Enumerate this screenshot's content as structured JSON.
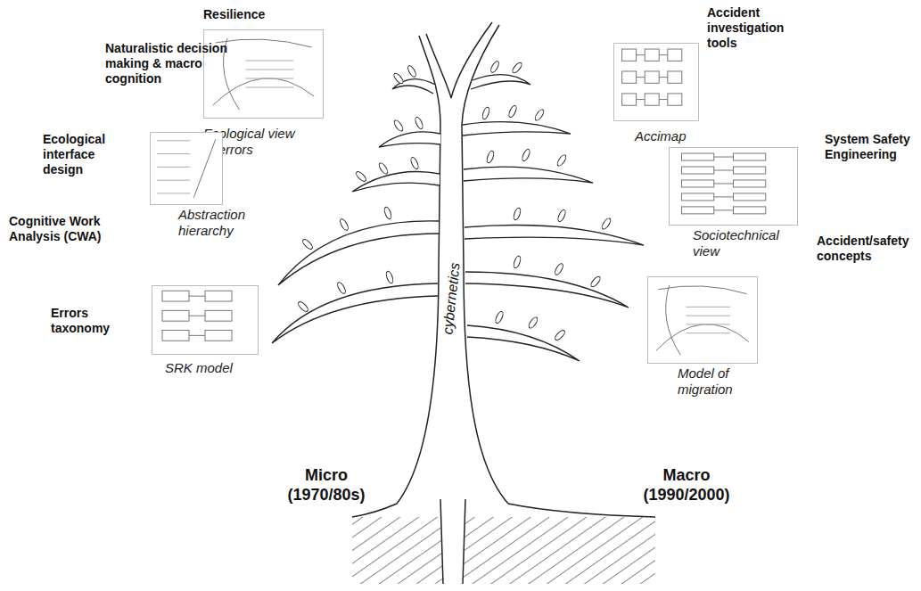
{
  "diagram": {
    "nodes": [
      {
        "text": [
          "Ecological view of errors"
        ]
      },
      {
        "text": [
          "Accimap"
        ]
      },
      {
        "text": [
          "Abstraction hierarchy"
        ]
      },
      {
        "text": [
          "Sociotechnical view"
        ]
      },
      {
        "text": [
          "SRK model"
        ]
      },
      {
        "text": [
          "Model of migration"
        ]
      }
    ],
    "labels": [
      "Resilience",
      "Naturalistic decision making & macro cognition",
      "Accident investigation tools",
      "Ecological interface design",
      "System Safety Engineering",
      "Cognitive Work Analysis (CWA)",
      "Accident/safety concepts",
      "Errors taxonomy",
      "cybernetics",
      "Micro (1970/80s)",
      "Macro (1990/2000)"
    ]
  }
}
